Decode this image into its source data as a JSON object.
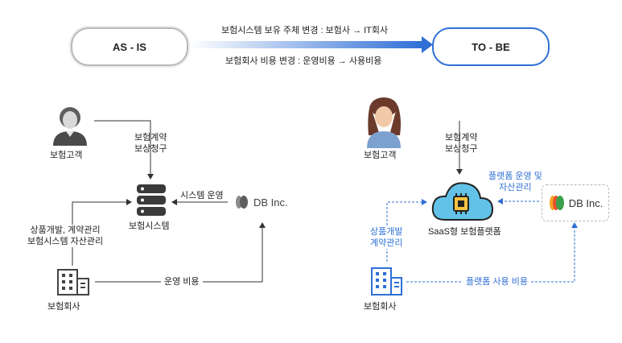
{
  "header": {
    "as_is": "AS - IS",
    "to_be": "TO - BE",
    "change_owner": "보험시스템 보유 주체 변경 : 보험사 → IT회사",
    "change_cost": "보험회사 비용 변경 : 운영비용 → 사용비용"
  },
  "left": {
    "customer": "보험고객",
    "contract_line1": "보험계약",
    "contract_line2": "보상청구",
    "system": "보험시스템",
    "system_operation": "시스템 운영",
    "dev_line1": "상품개발, 계약관리",
    "dev_line2": "보험시스템 자산관리",
    "company": "보험회사",
    "operation_cost": "운영 비용",
    "db_logo": "DB Inc."
  },
  "right": {
    "customer": "보험고객",
    "contract_line1": "보험계약",
    "contract_line2": "보상청구",
    "platform": "SaaS형 보험플랫폼",
    "platform_ops_line1": "플랫폼 운영 및",
    "platform_ops_line2": "자산관리",
    "dev_line1": "상품개발",
    "dev_line2": "계약관리",
    "company": "보험회사",
    "usage_cost": "플랫폼 사용 비용",
    "db_logo": "DB Inc."
  },
  "colors": {
    "accent": "#2f6fd6",
    "line": "#333333",
    "gray": "#b8b8b8"
  }
}
